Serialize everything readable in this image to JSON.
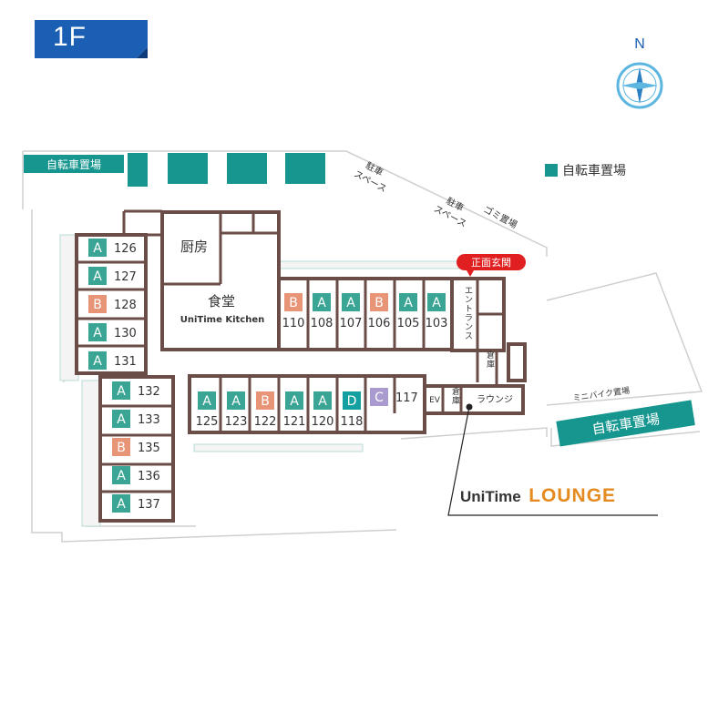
{
  "floor": "1F",
  "compass": "N",
  "legend": {
    "label": "自転車置場",
    "color": "#17968f"
  },
  "bike_parking_labels": {
    "top_left": "自転車置場",
    "bottom_right": "自転車置場"
  },
  "outdoor_labels": {
    "parking1": [
      "駐車",
      "スペース"
    ],
    "parking2": [
      "駐車",
      "スペース"
    ],
    "garbage": "ゴミ置場",
    "minibike": "ミニバイク置場"
  },
  "entrance_tag": "正面玄関",
  "rooms_common": {
    "kitchen": "厨房",
    "dining": "食堂",
    "dining_brand": "UniTime Kitchen",
    "entrance_hall": "エントランス",
    "storage1": "倉庫",
    "storage2": "倉庫",
    "ev": "EV",
    "lounge": "ラウンジ"
  },
  "lounge_logo": {
    "brand": "UniTime",
    "name": "LOUNGE"
  },
  "type_colors": {
    "A": "#3aa594",
    "B": "#e89476",
    "C": "#a99ad0",
    "D": "#14a0a0"
  },
  "rooms": [
    {
      "num": "126",
      "type": "A"
    },
    {
      "num": "127",
      "type": "A"
    },
    {
      "num": "128",
      "type": "B"
    },
    {
      "num": "130",
      "type": "A"
    },
    {
      "num": "131",
      "type": "A"
    },
    {
      "num": "132",
      "type": "A"
    },
    {
      "num": "133",
      "type": "A"
    },
    {
      "num": "135",
      "type": "B"
    },
    {
      "num": "136",
      "type": "A"
    },
    {
      "num": "137",
      "type": "A"
    },
    {
      "num": "110",
      "type": "B"
    },
    {
      "num": "108",
      "type": "A"
    },
    {
      "num": "107",
      "type": "A"
    },
    {
      "num": "106",
      "type": "B"
    },
    {
      "num": "105",
      "type": "A"
    },
    {
      "num": "103",
      "type": "A"
    },
    {
      "num": "125",
      "type": "A"
    },
    {
      "num": "123",
      "type": "A"
    },
    {
      "num": "122",
      "type": "B"
    },
    {
      "num": "121",
      "type": "A"
    },
    {
      "num": "120",
      "type": "A"
    },
    {
      "num": "118",
      "type": "D"
    },
    {
      "num": "117",
      "type": "C"
    }
  ]
}
